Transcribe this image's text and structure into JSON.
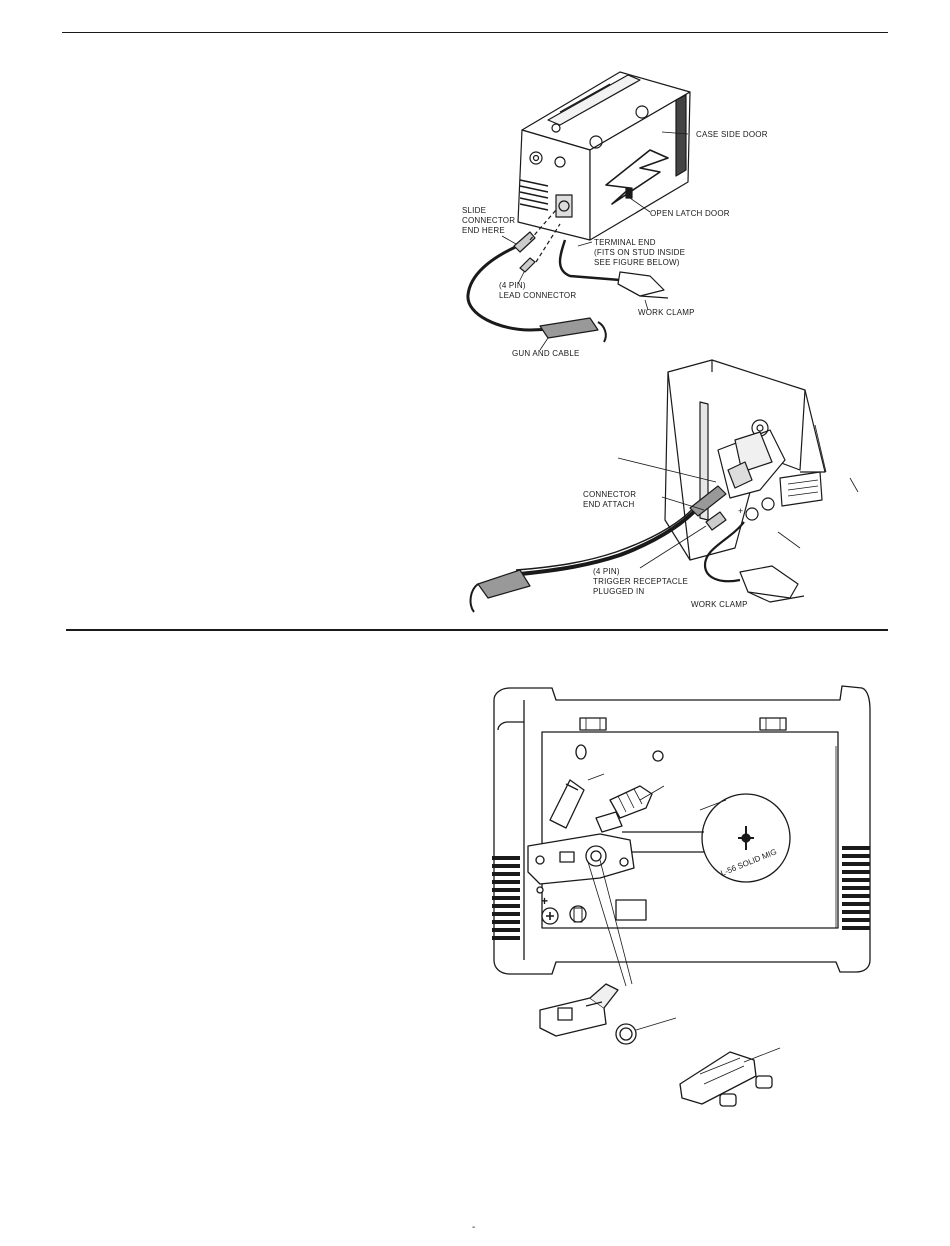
{
  "figure1": {
    "labels": {
      "case_side_door": "CASE SIDE DOOR",
      "open_latch_door": "OPEN LATCH DOOR",
      "slide_connector_1": "SLIDE",
      "slide_connector_2": "CONNECTOR",
      "slide_connector_3": "END HERE",
      "terminal_end_1": "TERMINAL END",
      "terminal_end_2": "(FITS ON STUD INSIDE",
      "terminal_end_3": "SEE FIGURE BELOW)",
      "lead_connector_1": "(4 PIN)",
      "lead_connector_2": "LEAD CONNECTOR",
      "work_clamp": "WORK CLAMP",
      "gun_and_cable": "GUN AND CABLE"
    }
  },
  "figure2": {
    "labels": {
      "connector_end_1": "CONNECTOR",
      "connector_end_2": "END ATTACH",
      "trigger_1": "(4 PIN)",
      "trigger_2": "TRIGGER RECEPTACLE",
      "trigger_3": "PLUGGED IN",
      "work_clamp": "WORK CLAMP"
    }
  },
  "figure3": {
    "labels": {
      "spool": "L-56 SOLID MIG"
    }
  },
  "footer": {
    "page_number": "-"
  }
}
